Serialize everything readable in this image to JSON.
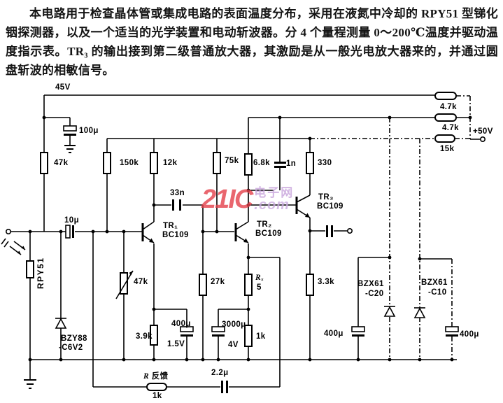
{
  "description": "本电路用于检查晶体管或集成电路的表面温度分布，采用在液氮中冷却的 RPY51 型锑化铟探测器，以及一个适当的光学装置和电动斩波器。分 4 个量程测量 0～200℃温度并驱动温度指示表。TR₃ 的输出接到第二级普通放大器，其激励是从一般光电放大器来的，并通过圆盘斩波的相敏信号。",
  "watermark": {
    "brand": "21IC",
    "cn": "电子网",
    "tld": ".com"
  },
  "labels": {
    "v45": "45V",
    "c100u": "100μ",
    "r47_top": "47k",
    "r150k": "150k",
    "r12k": "12k",
    "c33n": "33n",
    "r75k": "75k",
    "r6k8": "6.8k",
    "c1n": "1n",
    "r330": "330",
    "r4k7_a": "4.7k",
    "r4k7_b": "4.7k",
    "r15k": "15k",
    "v50": "+50V",
    "tr1": "TR₁",
    "tr1_type": "BC109",
    "tr2": "TR₂",
    "tr2_type": "BC109",
    "tr3": "TR₃",
    "tr3_type": "BC109",
    "c10u": "10μ",
    "detector": "RPY51",
    "r47_adj": "47k",
    "r27k": "27k",
    "rx": "Rₓ",
    "rx_val": "5",
    "r3k3": "3.3k",
    "zx1a": "BZX61",
    "zx1b": "-C20",
    "zx2a": "BZX61",
    "zx2b": "-C10",
    "zy1a": "BZY88",
    "zy1b": "-C6V2",
    "r3k9": "3.9k",
    "c400_a": "400μ",
    "v1_5": "1.5V",
    "c3000": "3000μ",
    "v4": "4V",
    "r1k_e": "1k",
    "c400_b": "400μ",
    "c400_c": "400μ",
    "fb_r": "R",
    "fb_cn": "反馈",
    "r1k_fb": "1k",
    "c2u2": "2.2μ"
  }
}
